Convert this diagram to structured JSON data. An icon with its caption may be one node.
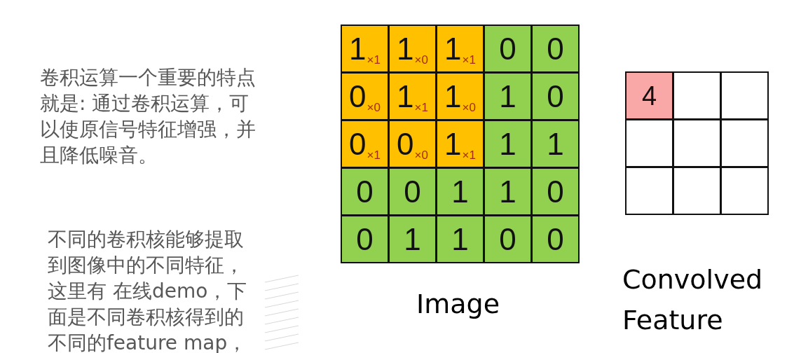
{
  "diagram": {
    "labels": [
      "卷积运算一个重要的特点就是: 通过卷积运算，可以使原信号特征增强，并且降低噪音。",
      "不同的卷积核能够提取到图像中的不同特征，这里有 在线demo，下面是不同卷积核得到的不同的feature map，",
      "1$_{×1}$",
      "1$_{×0}$",
      "1$_{×1}$",
      "0",
      "0",
      "0$_{×0}$",
      "1$_{×1}$",
      "1$_{×0}$",
      "1",
      "0",
      "0$_{×1}$",
      "0$_{×0}$",
      "1$_{×1}$",
      "1",
      "1",
      "0",
      "0",
      "1",
      "1",
      "0",
      "0",
      "1",
      "1",
      "0",
      "0",
      "Image",
      "4",
      "Convolved Feature"
    ]
  }
}
